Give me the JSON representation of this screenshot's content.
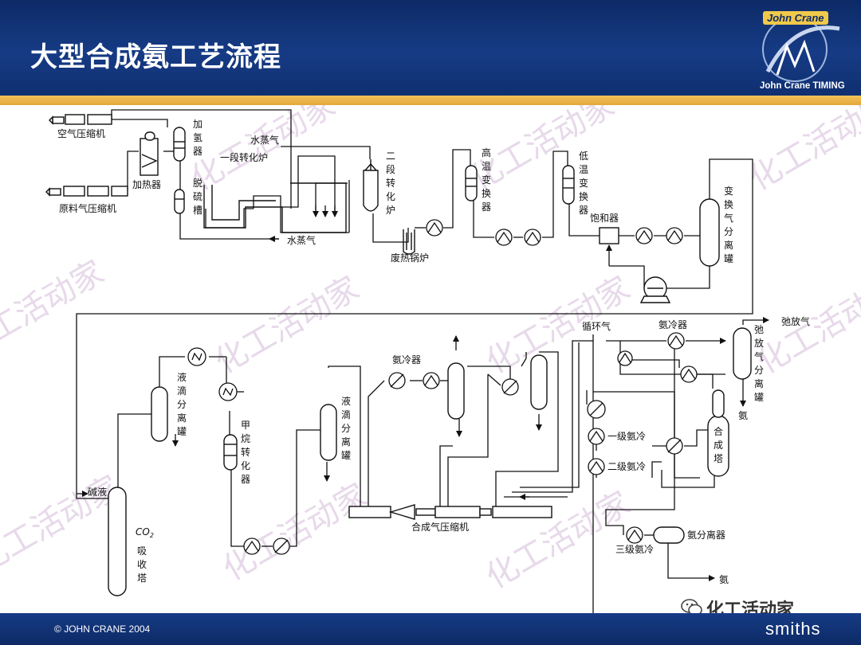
{
  "slide": {
    "title": "大型合成氨工艺流程",
    "copyright": "JOHN CRANE 2004",
    "brand": "smiths",
    "watermark": "化工活动家",
    "logo": {
      "badge": "John Crane",
      "text": "John Crane TIMING"
    }
  },
  "diagram": {
    "labels": {
      "air_compressor": "空气压缩机",
      "feed_compressor": "原料气压缩机",
      "heater": "加热器",
      "hydrogenator": "加氢器",
      "desulfurizer": "脱硫槽",
      "steam_top": "水蒸气",
      "primary_reformer": "一段转化炉",
      "steam_bottom": "水蒸气",
      "secondary_reformer": "二段转化炉",
      "waste_heat_boiler": "废热锅炉",
      "ht_shift": "高温变换器",
      "lt_shift": "低温变换器",
      "saturator": "饱和器",
      "shift_separator": "变换气分离罐",
      "caustic": "碱液",
      "co2_absorber_prefix": "CO",
      "co2_absorber_sub": "2",
      "co2_absorber": "吸收塔",
      "droplet_separator_1": "液滴分离罐",
      "methanator": "甲烷转化器",
      "droplet_separator_2": "液滴分离罐",
      "ammonia_cooler_1": "氨冷器",
      "syngas_compressor": "合成气压缩机",
      "recycle_gas": "循环气",
      "ammonia_cooler_2": "氨冷器",
      "purge_tank": "弛放气分离罐",
      "purge_gas": "弛放气",
      "ammonia_out_1": "氨",
      "primary_ammonia_cooling": "一级氨冷",
      "secondary_ammonia_cooling": "二级氨冷",
      "synthesis_tower": "合成塔",
      "tertiary_ammonia_cooling": "三级氨冷",
      "ammonia_separator": "氨分离器",
      "ammonia_out_2": "氨"
    }
  }
}
